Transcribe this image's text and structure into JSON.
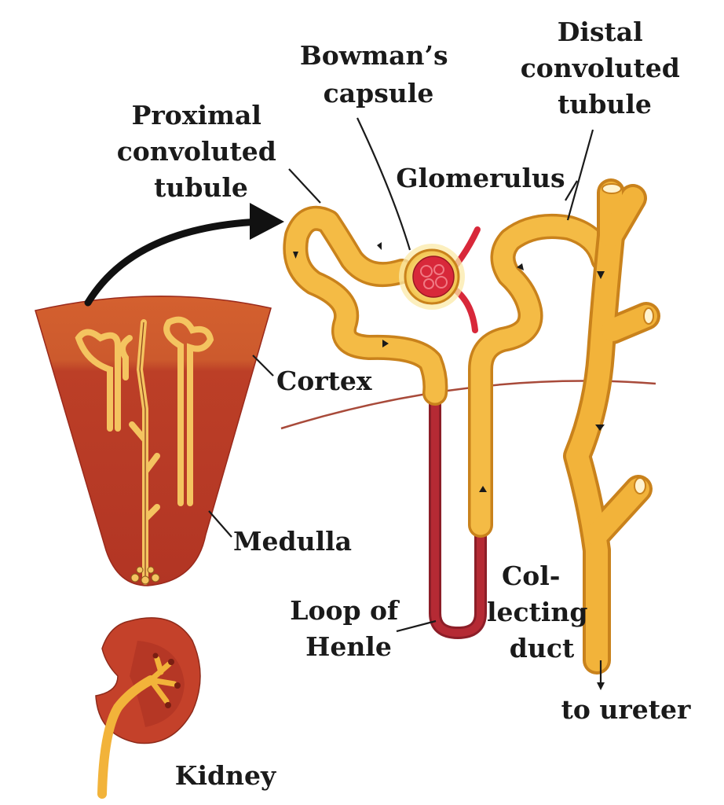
{
  "labels": {
    "proximal": [
      "Proximal",
      "convoluted",
      "tubule"
    ],
    "bowman": [
      "Bowman’s",
      "capsule"
    ],
    "distal": [
      "Distal",
      "convoluted",
      "tubule"
    ],
    "glomerulus": "Glomerulus",
    "cortex": "Cortex",
    "medulla": "Medulla",
    "loop": [
      "Loop of",
      "Henle"
    ],
    "collecting": [
      "Col-",
      "lecting",
      "duct"
    ],
    "ureter": "to ureter",
    "kidney": "Kidney"
  },
  "colors": {
    "tubule_fill": "#F2B33A",
    "tubule_edge": "#C9821C",
    "cortex": "#CF5A2E",
    "medulla": "#B73A26",
    "blood": "#D8283A",
    "loop_descending": "#A8242E",
    "boundary": "#A84A3A"
  }
}
